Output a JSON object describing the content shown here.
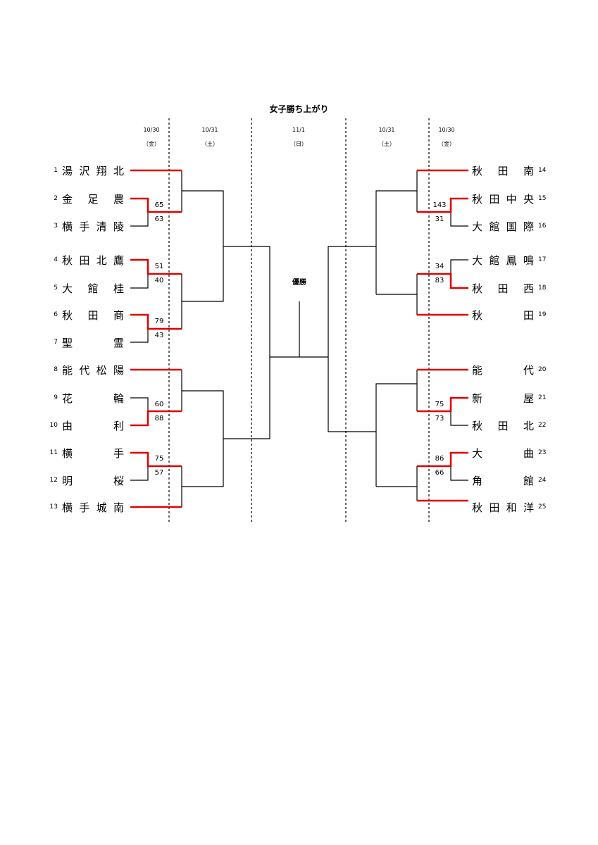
{
  "title": "女子勝ち上がり",
  "champion_label": "優勝",
  "dates": [
    {
      "date": "10/30",
      "weekday": "（金）"
    },
    {
      "date": "10/31",
      "weekday": "（土）"
    },
    {
      "date": "11/1",
      "weekday": "（日）"
    },
    {
      "date": "10/31",
      "weekday": "（土）"
    },
    {
      "date": "10/30",
      "weekday": "（金）"
    }
  ],
  "left_teams": [
    {
      "num": "1",
      "name": "湯沢翔北"
    },
    {
      "num": "2",
      "name": "金足農"
    },
    {
      "num": "3",
      "name": "横手清陵"
    },
    {
      "num": "4",
      "name": "秋田北鷹"
    },
    {
      "num": "5",
      "name": "大館桂"
    },
    {
      "num": "6",
      "name": "秋田商"
    },
    {
      "num": "7",
      "name": "聖霊"
    },
    {
      "num": "8",
      "name": "能代松陽"
    },
    {
      "num": "9",
      "name": "花輪"
    },
    {
      "num": "10",
      "name": "由利"
    },
    {
      "num": "11",
      "name": "横手"
    },
    {
      "num": "12",
      "name": "明桜"
    },
    {
      "num": "13",
      "name": "横手城南"
    }
  ],
  "right_teams": [
    {
      "num": "14",
      "name": "秋田南"
    },
    {
      "num": "15",
      "name": "秋田中央"
    },
    {
      "num": "16",
      "name": "大館国際"
    },
    {
      "num": "17",
      "name": "大館鳳鳴"
    },
    {
      "num": "18",
      "name": "秋田西"
    },
    {
      "num": "19",
      "name": "秋田"
    },
    {
      "num": "20",
      "name": "能代"
    },
    {
      "num": "21",
      "name": "新屋"
    },
    {
      "num": "22",
      "name": "秋田北"
    },
    {
      "num": "23",
      "name": "大曲"
    },
    {
      "num": "24",
      "name": "角館"
    },
    {
      "num": "25",
      "name": "秋田和洋"
    }
  ],
  "left_scores": [
    {
      "match": "金足農 vs 横手清陵",
      "top": "65",
      "bottom": "63"
    },
    {
      "match": "秋田北鷹 vs 大館桂",
      "top": "51",
      "bottom": "40"
    },
    {
      "match": "秋田商 vs 聖霊",
      "top": "79",
      "bottom": "43"
    },
    {
      "match": "花輪 vs 由利",
      "top": "60",
      "bottom": "88"
    },
    {
      "match": "横手 vs 明桜",
      "top": "75",
      "bottom": "57"
    }
  ],
  "right_scores": [
    {
      "match": "秋田中央 vs 大館国際",
      "top": "143",
      "bottom": "31"
    },
    {
      "match": "大館鳳鳴 vs 秋田西",
      "top": "34",
      "bottom": "83"
    },
    {
      "match": "新屋 vs 秋田北",
      "top": "75",
      "bottom": "73"
    },
    {
      "match": "大曲 vs 角館",
      "top": "86",
      "bottom": "66"
    }
  ],
  "colors": {
    "winner_line": "#e00000",
    "line": "#000000",
    "divider": "#000000"
  }
}
